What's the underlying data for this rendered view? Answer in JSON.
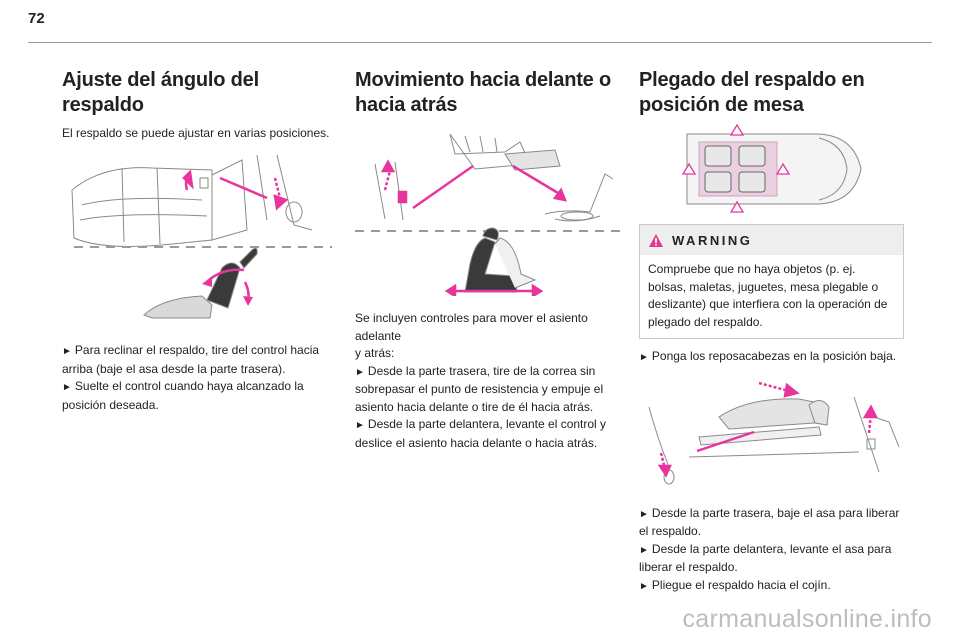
{
  "page": {
    "number": "72"
  },
  "colors": {
    "accent": "#e8359e",
    "line": "#9a9a9a",
    "warning": "#e8359e"
  },
  "section1": {
    "title": "Ajuste del ángulo del respaldo",
    "intro": "El respaldo se puede ajustar en varias posiciones.",
    "steps": [
      "Para reclinar el respaldo, tire del control hacia arriba (baje el asa desde la parte trasera).",
      "Suelte el control cuando haya alcanzado la posición deseada."
    ]
  },
  "section2": {
    "title_line1": "Movimiento hacia delante o",
    "title_line2": "hacia atrás",
    "intro_line1": "Se incluyen controles para mover el asiento adelante",
    "intro_line2": "y atrás:",
    "steps": [
      "Desde la parte trasera, tire de la correa sin sobrepasar el punto de resistencia y empuje el asiento hacia delante o tire de él hacia atrás.",
      "Desde la parte delantera, levante el control y deslice el asiento hacia delante o hacia atrás."
    ]
  },
  "section3": {
    "title_line1": "Plegado del respaldo en",
    "title_line2": "posición de mesa",
    "warning": {
      "title": "WARNING",
      "icon": "warning-triangle-icon",
      "text": "Compruebe que no haya objetos (p. ej. bolsas, maletas, juguetes, mesa plegable o deslizante) que interfiera con la operación de plegado del respaldo."
    },
    "step_headrest": "Ponga los reposacabezas en la posición baja.",
    "steps": [
      "Desde la parte trasera, baje el asa para liberar el respaldo.",
      "Desde la parte delantera, levante el asa para liberar el respaldo.",
      "Pliegue el respaldo hacia el cojín."
    ]
  },
  "watermark": "carmanualsonline.info"
}
